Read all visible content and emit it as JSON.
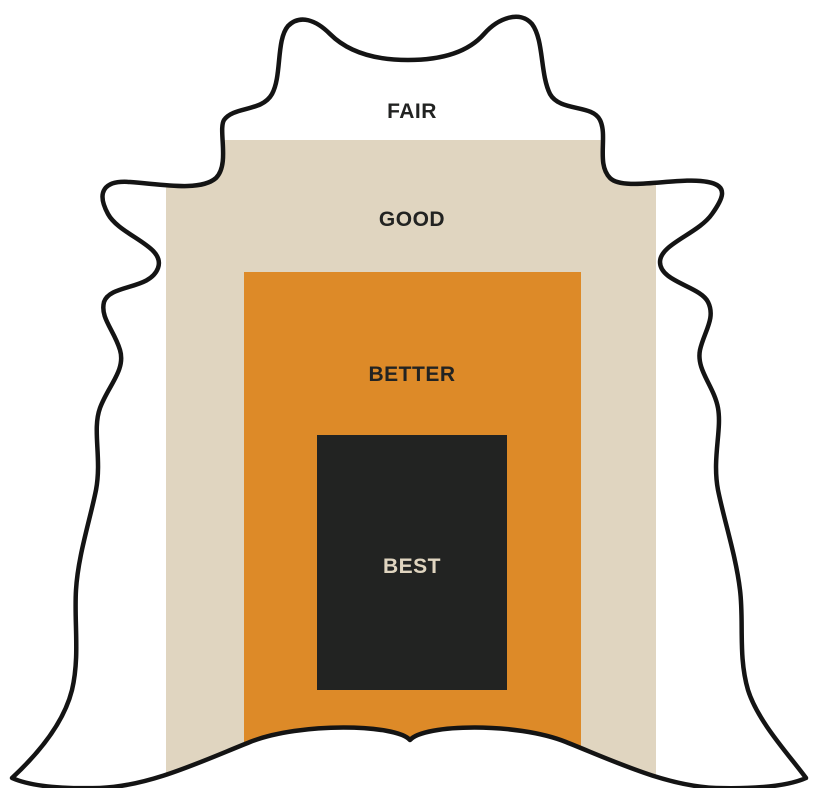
{
  "zones": {
    "fair": {
      "label": "FAIR",
      "color": "#ffffff",
      "text_color": "#222322"
    },
    "good": {
      "label": "GOOD",
      "color": "#e0d5c0",
      "text_color": "#222322"
    },
    "better": {
      "label": "BETTER",
      "color": "#dd8a28",
      "text_color": "#222322"
    },
    "best": {
      "label": "BEST",
      "color": "#222322",
      "text_color": "#e0d5c0"
    }
  },
  "outline_color": "#141414"
}
